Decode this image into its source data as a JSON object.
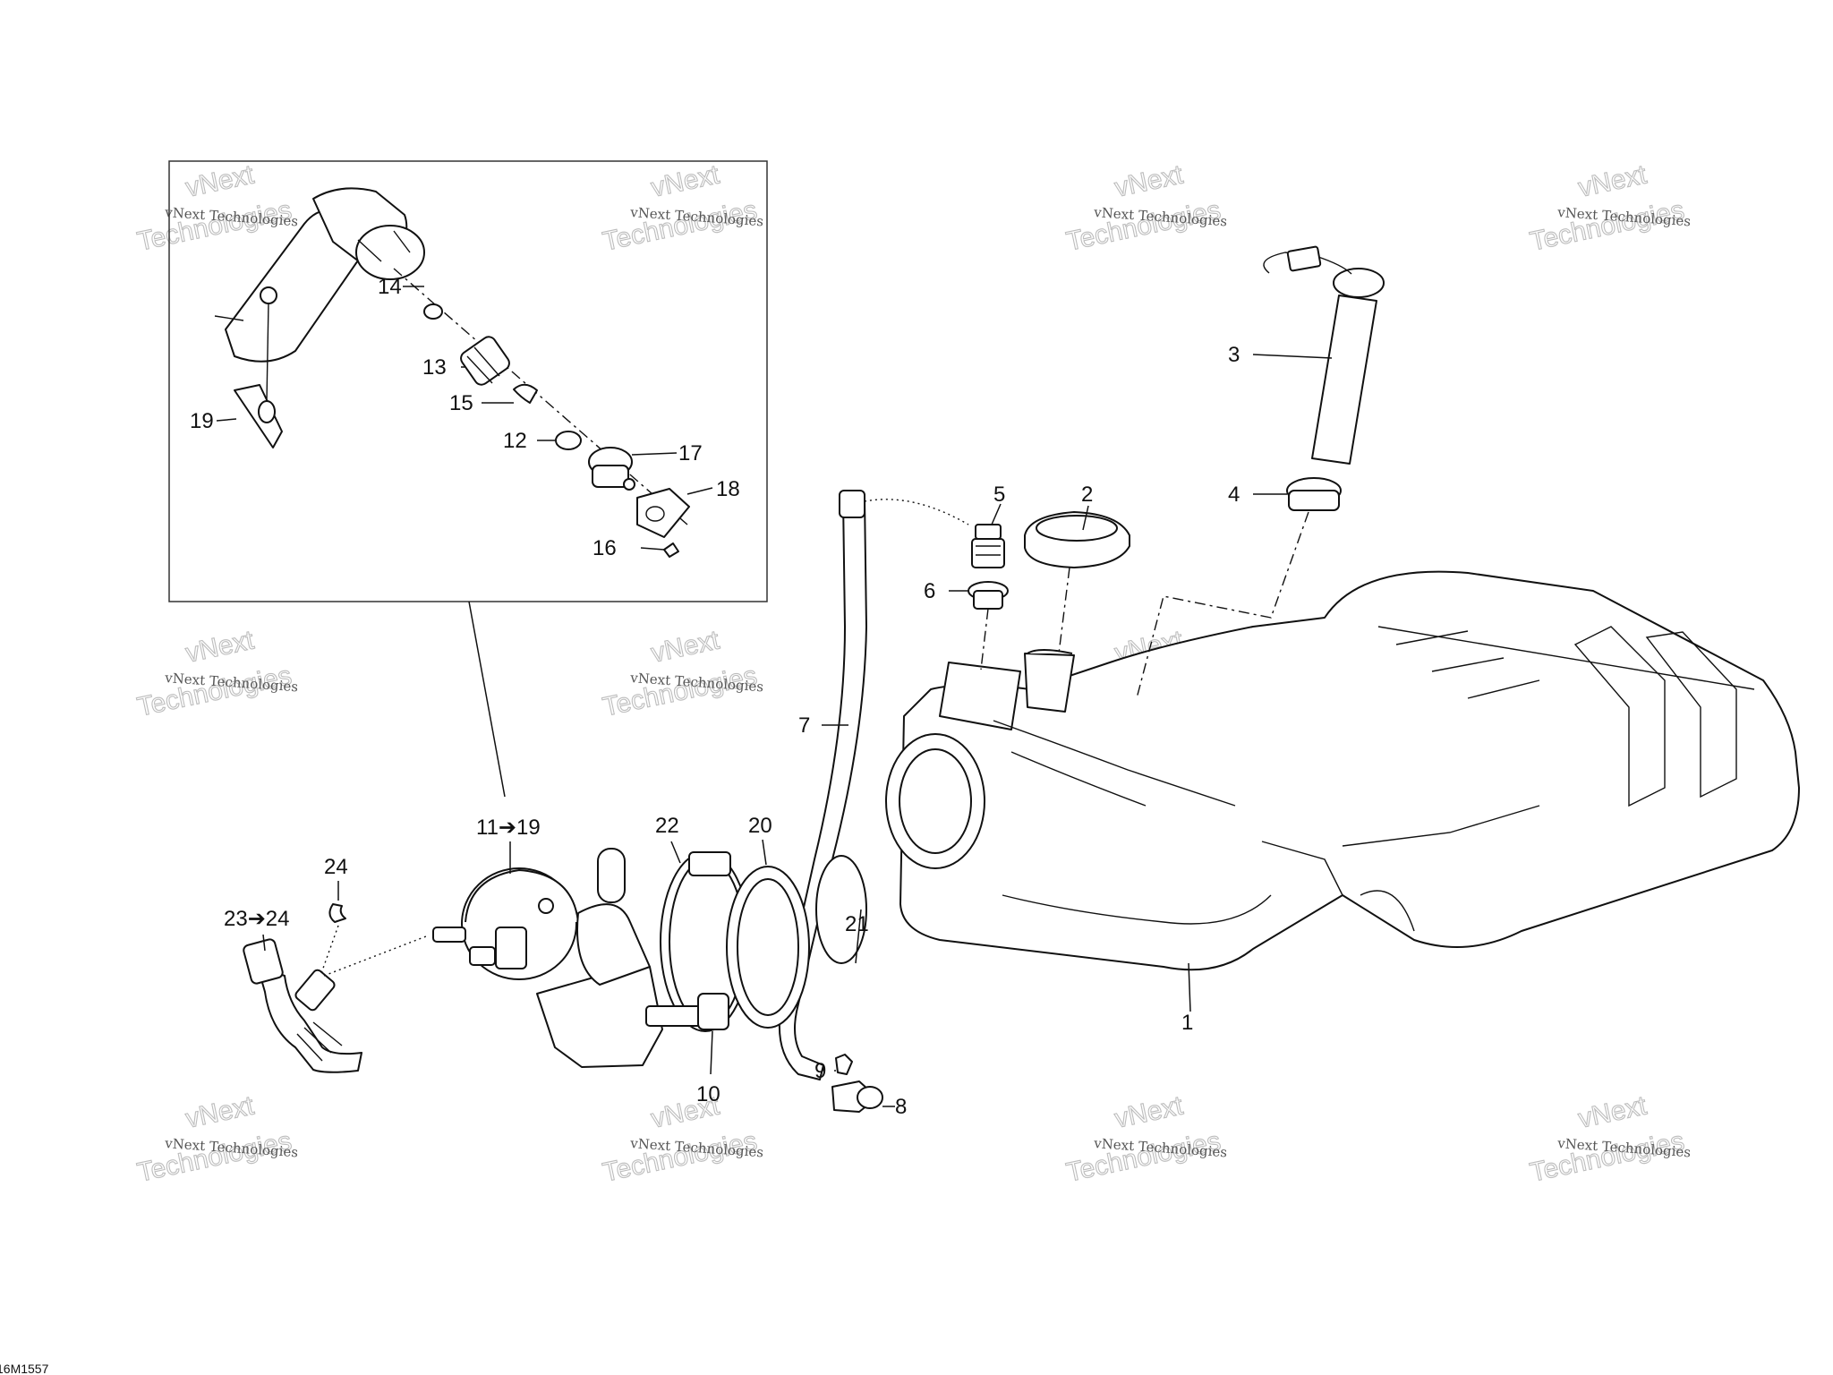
{
  "diagram": {
    "callouts": [
      {
        "id": "c1",
        "text": "1"
      },
      {
        "id": "c2",
        "text": "2"
      },
      {
        "id": "c3",
        "text": "3"
      },
      {
        "id": "c4",
        "text": "4"
      },
      {
        "id": "c5",
        "text": "5"
      },
      {
        "id": "c6",
        "text": "6"
      },
      {
        "id": "c7",
        "text": "7"
      },
      {
        "id": "c8",
        "text": "8"
      },
      {
        "id": "c9",
        "text": "9"
      },
      {
        "id": "c10",
        "text": "10"
      },
      {
        "id": "c11to19",
        "text": "11➔19"
      },
      {
        "id": "c12",
        "text": "12"
      },
      {
        "id": "c13",
        "text": "13"
      },
      {
        "id": "c14",
        "text": "14"
      },
      {
        "id": "c15",
        "text": "15"
      },
      {
        "id": "c16",
        "text": "16"
      },
      {
        "id": "c17",
        "text": "17"
      },
      {
        "id": "c18",
        "text": "18"
      },
      {
        "id": "c19",
        "text": "19"
      },
      {
        "id": "c20",
        "text": "20"
      },
      {
        "id": "c21",
        "text": "21"
      },
      {
        "id": "c22",
        "text": "22"
      },
      {
        "id": "c23to24",
        "text": "23➔24"
      },
      {
        "id": "c24",
        "text": "24"
      }
    ],
    "drawing_code": "16M1557",
    "watermark": {
      "small": "vNext Technologies",
      "big_top": "vNext",
      "big_bottom": "Technologies"
    }
  }
}
